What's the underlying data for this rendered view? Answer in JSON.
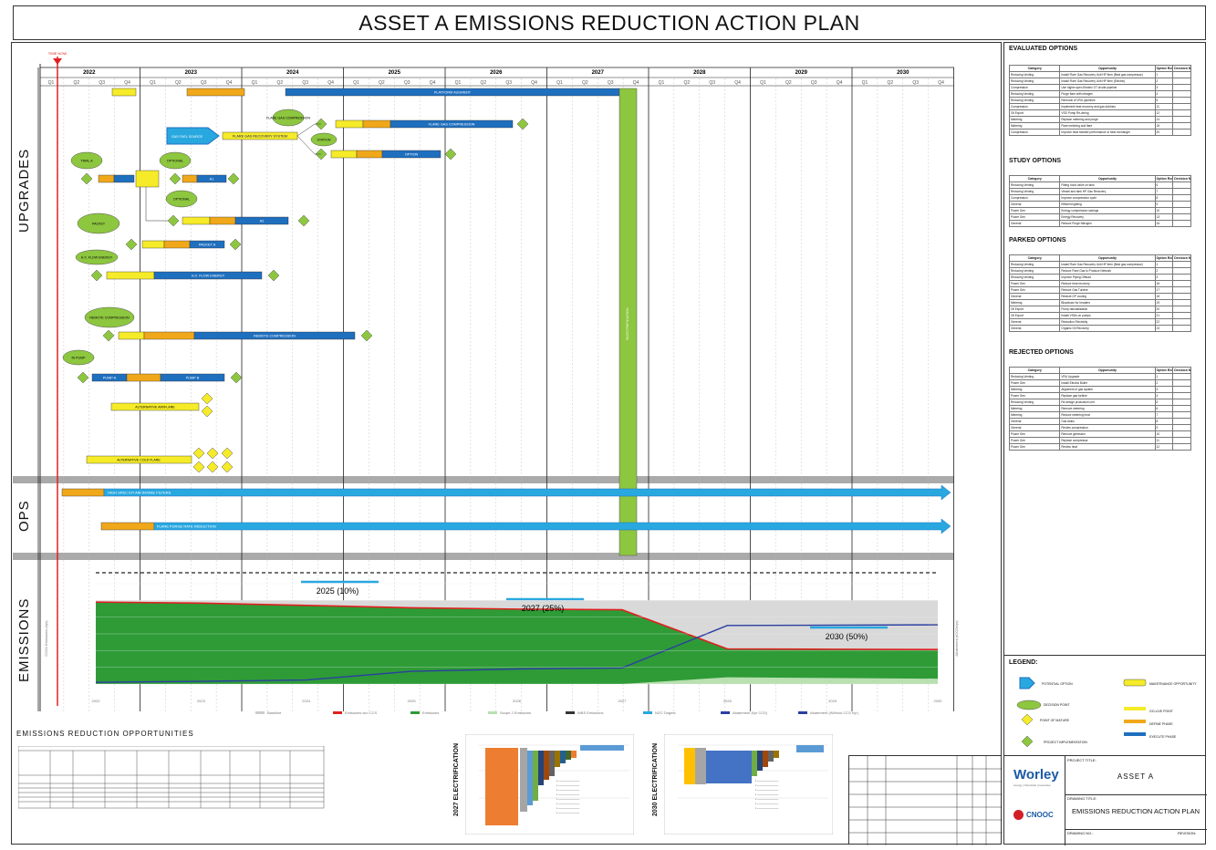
{
  "title": "ASSET A EMISSIONS REDUCTION ACTION PLAN",
  "sections": {
    "upgrades": "UPGRADES",
    "ops": "OPS",
    "emissions": "EMISSIONS"
  },
  "timeline": {
    "time_now": "TIME NOW",
    "years": [
      "2022",
      "2023",
      "2024",
      "2025",
      "2026",
      "2027",
      "2028",
      "2029",
      "2030"
    ],
    "quarters": [
      "Q1",
      "Q2",
      "Q3",
      "Q4"
    ]
  },
  "colors": {
    "blue": "#1f6fbf",
    "yellow": "#f5eb28",
    "orange": "#f0a81a",
    "green": "#8dc63f",
    "ops_blue": "#29a8e0",
    "red": "#e02020",
    "area_green": "#2e9b37",
    "area_light": "#b8e0b0",
    "grey": "#d9d9d9"
  },
  "bars": {
    "platform": "PLATFORM AUGMENT",
    "flare_gas": "FLARE GAS COMPRESSION",
    "option": "OPTION",
    "flare_recovery": "FLARE GAS RECOVERY SYSTEM",
    "a1": "A1",
    "a2": "A2",
    "packet_a": "PACKET A",
    "hx": "H.X. FLOW ENERGY",
    "remote": "REMOTE COMPRESSION",
    "pump_a": "PUMP A",
    "pump_b": "PUMP B",
    "alt": "ALTERNATIVE AIR/FLARE",
    "alt_cold": "ALTERNATIVE COLD FLARE",
    "electrification": "ELECTRIFICATION",
    "ops1": "HIGH SPEC KIT AIR INTAKE FILTERS",
    "ops2": "FLARE PURGE RATE REDUCTION",
    "gas_fuel": "GAS FUEL SOURCE"
  },
  "bubbles": {
    "trial": "TRIAL A",
    "optional1": "OPTIONAL",
    "optional2": "OPTIONAL",
    "packet": "PACKET",
    "hx": "H.X. FLOW ENERGY",
    "remote": "REMOTE COMPRESSION",
    "pump": "IN PUMP",
    "flare": "FLARE GAS COMPRESSION",
    "station": "STATION"
  },
  "emissions_chart": {
    "targets": [
      "2025 (10%)",
      "2027 (25%)",
      "2030 (50%)"
    ],
    "y_left_label": "CO2e Emissions (t/yr)",
    "y_right_label": "Abatement (tCO2e/yr)",
    "legend": [
      "Baseline",
      "Emissions w/o CCS",
      "Emissions",
      "Scope 2 Emissions",
      "WBS Emissions",
      "NZO Targets",
      "Abatement (t/yr CO2)",
      "Abatement (Without CCS t/yr)"
    ]
  },
  "chart_data": {
    "type": "area",
    "x": [
      "2022",
      "2023",
      "2024",
      "2025",
      "2026",
      "2027",
      "2028",
      "2029",
      "2030"
    ],
    "series": [
      {
        "name": "Baseline",
        "values": [
          250,
          250,
          250,
          250,
          250,
          250,
          250,
          250,
          250
        ]
      },
      {
        "name": "Emissions",
        "values": [
          245,
          242,
          235,
          228,
          224,
          222,
          105,
          104,
          103
        ]
      },
      {
        "name": "Scope 2 Emissions",
        "values": [
          0,
          0,
          0,
          0,
          0,
          0,
          20,
          18,
          16
        ]
      },
      {
        "name": "Abatement (t/yr CO2)",
        "values": [
          5,
          8,
          12,
          38,
          45,
          48,
          175,
          176,
          177
        ]
      }
    ],
    "ylim": [
      0,
      300
    ]
  },
  "opportunities": {
    "title": "EMISSIONS REDUCTION OPPORTUNITIES"
  },
  "waterfall": {
    "chart1_label": "2027 ELECTRIFICATION",
    "chart2_label": "2030 ELECTRIFICATION"
  },
  "sidebar": {
    "evaluated": "EVALUATED OPTIONS",
    "study": "STUDY OPTIONS",
    "parked": "PARKED OPTIONS",
    "rejected": "REJECTED OPTIONS",
    "legend": "LEGEND:",
    "header_cat": "Category",
    "header_opp": "Opportunity",
    "header_round": "Option Round",
    "header_decision": "Decision Note",
    "evaluated_rows": [
      [
        "Reducing Venting",
        "Install Flare Gas Recovery Unit HP Item (Best gas compressor)",
        "1"
      ],
      [
        "Reducing Venting",
        "Install Flare Gas Recovery Unit HP Item (Electric)",
        "2"
      ],
      [
        "Compression",
        "Use higher spec Electric GT at site pipeline",
        "3"
      ],
      [
        "Reducing Venting",
        "Purge flare with nitrogen",
        "4"
      ],
      [
        "Reducing Venting",
        "Removal of VRU pipelines",
        "5"
      ],
      [
        "Compression",
        "Implement heat recovery and gas turbines",
        "11"
      ],
      [
        "Oil Export",
        "VSD Pump Re-wiring",
        "12"
      ],
      [
        "Metering",
        "Replace metering and purge",
        "14"
      ],
      [
        "Metering",
        "Flare metering and flare",
        "15"
      ],
      [
        "Compression",
        "Improve heat transfer performance of heat exchanger",
        "20"
      ]
    ],
    "study_rows": [
      [
        "Reducing Venting",
        "Fitting hood valve on tank",
        "6"
      ],
      [
        "Reducing Venting",
        "Vessel and tank HP Gas Recovery",
        "7"
      ],
      [
        "Compression",
        "Improve compression cycle",
        "8"
      ],
      [
        "General",
        "Efficient lighting",
        "9"
      ],
      [
        "Power Gen",
        "Energy compression savings",
        "10"
      ],
      [
        "Power Gen",
        "Energy Recovery",
        "13"
      ],
      [
        "General",
        "Reduce Purge Nitrogen",
        "16"
      ]
    ],
    "parked_rows": [
      [
        "Reducing Venting",
        "Install Flare Gas Recovery Unit HP Item (Best gas compressor)",
        "1"
      ],
      [
        "Reducing Venting",
        "Reduce Flare Gas to Produce Network",
        "2"
      ],
      [
        "Reducing Venting",
        "Improve Piping Offload",
        "3"
      ],
      [
        "Power Gen",
        "Reduce heat recovery",
        "16"
      ],
      [
        "Power Gen",
        "Reduce Gas Turbine",
        "17"
      ],
      [
        "General",
        "Restore GP cooling",
        "18"
      ],
      [
        "Metering",
        "Blowdown for headers",
        "19"
      ],
      [
        "Oil Export",
        "Pump rationalisation",
        "20"
      ],
      [
        "Oil Export",
        "Install VSDs on pumps",
        "21"
      ],
      [
        "General",
        "Reduction Electricity",
        "22"
      ],
      [
        "General",
        "Organic Oil Recovery",
        "23"
      ]
    ],
    "rejected_rows": [
      [
        "Reducing Venting",
        "VRU Upgrade",
        "1"
      ],
      [
        "Power Gen",
        "Install Electric Boiler",
        "2"
      ],
      [
        "Metering",
        "Alignment of gas system",
        "3"
      ],
      [
        "Power Gen",
        "Replace gas turbine",
        "4"
      ],
      [
        "Reducing Venting",
        "Re-design production unit",
        "5"
      ],
      [
        "Metering",
        "Remove metering",
        "6"
      ],
      [
        "Metering",
        "Reduce metering heat",
        "7"
      ],
      [
        "General",
        "Gas tanks",
        "8"
      ],
      [
        "General",
        "Review compression",
        "9"
      ],
      [
        "Power Gen",
        "Remove generator",
        "10"
      ],
      [
        "Power Gen",
        "Replace compressor",
        "11"
      ],
      [
        "Power Gen",
        "Review heat",
        "12"
      ]
    ],
    "legend_items": [
      "POTENTIAL OPTION",
      "MAINTENANCE OPPORTUNITY",
      "DECISION POINT",
      "POINT OF MATURE",
      "GO-LIVE POINT",
      "DEFINE PHASE",
      "EXECUTE PHASE",
      "PROJECT IMPLEMENTATION"
    ]
  },
  "title_block": {
    "project_label": "PROJECT TITLE:",
    "project": "ASSET A",
    "drawing_label": "DRAWING TITLE:",
    "drawing": "EMISSIONS REDUCTION ACTION PLAN",
    "logo1": "Worley",
    "logo1_tag": "energy | chemicals | resources",
    "logo2": "CNOOC",
    "drawing_no_label": "DRAWING NO.:",
    "rev_label": "REVISION:"
  }
}
